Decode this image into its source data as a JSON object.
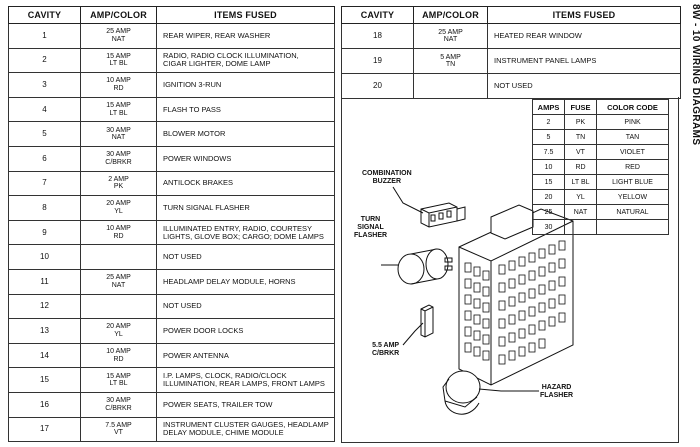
{
  "side_title": "8W - 10  WIRING DIAGRAMS",
  "headers": {
    "cavity": "CAVITY",
    "amp_color": "AMP/COLOR",
    "items_fused": "ITEMS FUSED"
  },
  "left_rows": [
    {
      "cavity": "1",
      "amp": "25 AMP",
      "color": "NAT",
      "items": "REAR WIPER, REAR WASHER"
    },
    {
      "cavity": "2",
      "amp": "15 AMP",
      "color": "LT BL",
      "items": "RADIO, RADIO CLOCK ILLUMINATION,",
      "items2": "CIGAR LIGHTER, DOME LAMP"
    },
    {
      "cavity": "3",
      "amp": "10 AMP",
      "color": "RD",
      "items": "IGNITION 3-RUN"
    },
    {
      "cavity": "4",
      "amp": "15 AMP",
      "color": "LT BL",
      "items": "FLASH TO PASS"
    },
    {
      "cavity": "5",
      "amp": "30 AMP",
      "color": "NAT",
      "items": "BLOWER MOTOR"
    },
    {
      "cavity": "6",
      "amp": "30 AMP",
      "color": "C/BRKR",
      "items": "POWER WINDOWS"
    },
    {
      "cavity": "7",
      "amp": "2 AMP",
      "color": "PK",
      "items": "ANTILOCK BRAKES"
    },
    {
      "cavity": "8",
      "amp": "20 AMP",
      "color": "YL",
      "items": "TURN SIGNAL FLASHER"
    },
    {
      "cavity": "9",
      "amp": "10 AMP",
      "color": "RD",
      "items": "ILLUMINATED ENTRY, RADIO, COURTESY",
      "items2": "LIGHTS, GLOVE BOX; CARGO; DOME LAMPS"
    },
    {
      "cavity": "10",
      "amp": "",
      "color": "",
      "items": "NOT USED"
    },
    {
      "cavity": "11",
      "amp": "25 AMP",
      "color": "NAT",
      "items": "HEADLAMP DELAY MODULE, HORNS"
    },
    {
      "cavity": "12",
      "amp": "",
      "color": "",
      "items": "NOT USED"
    },
    {
      "cavity": "13",
      "amp": "20 AMP",
      "color": "YL",
      "items": "POWER DOOR LOCKS"
    },
    {
      "cavity": "14",
      "amp": "10 AMP",
      "color": "RD",
      "items": "POWER ANTENNA"
    },
    {
      "cavity": "15",
      "amp": "15 AMP",
      "color": "LT BL",
      "items": "I.P. LAMPS, CLOCK, RADIO/CLOCK",
      "items2": "ILLUMINATION, REAR LAMPS, FRONT LAMPS"
    },
    {
      "cavity": "16",
      "amp": "30 AMP",
      "color": "C/BRKR",
      "items": "POWER SEATS, TRAILER TOW"
    },
    {
      "cavity": "17",
      "amp": "7.5 AMP",
      "color": "VT",
      "items": "INSTRUMENT CLUSTER GAUGES, HEADLAMP",
      "items2": "DELAY MODULE, CHIME MODULE"
    }
  ],
  "right_rows": [
    {
      "cavity": "18",
      "amp": "25 AMP",
      "color": "NAT",
      "items": "HEATED REAR WINDOW"
    },
    {
      "cavity": "19",
      "amp": "5 AMP",
      "color": "TN",
      "items": "INSTRUMENT PANEL LAMPS"
    },
    {
      "cavity": "20",
      "amp": "",
      "color": "",
      "items": "NOT USED"
    }
  ],
  "color_code": {
    "headers": {
      "amps": "AMPS",
      "fuse": "FUSE",
      "color": "COLOR CODE"
    },
    "rows": [
      {
        "amps": "2",
        "fuse": "PK",
        "color": "PINK"
      },
      {
        "amps": "5",
        "fuse": "TN",
        "color": "TAN"
      },
      {
        "amps": "7.5",
        "fuse": "VT",
        "color": "VIOLET"
      },
      {
        "amps": "10",
        "fuse": "RD",
        "color": "RED"
      },
      {
        "amps": "15",
        "fuse": "LT BL",
        "color": "LIGHT BLUE"
      },
      {
        "amps": "20",
        "fuse": "YL",
        "color": "YELLOW"
      },
      {
        "amps": "25",
        "fuse": "NAT",
        "color": "NATURAL"
      },
      {
        "amps": "30",
        "fuse": "",
        "color": ""
      }
    ]
  },
  "callouts": {
    "combination_buzzer": [
      "COMBINATION",
      "BUZZER"
    ],
    "turn_signal_flasher": [
      "TURN",
      "SIGNAL",
      "FLASHER"
    ],
    "circuit_breaker": [
      "5.5 AMP",
      "C/BRKR"
    ],
    "hazard_flasher": [
      "HAZARD",
      "FLASHER"
    ]
  }
}
